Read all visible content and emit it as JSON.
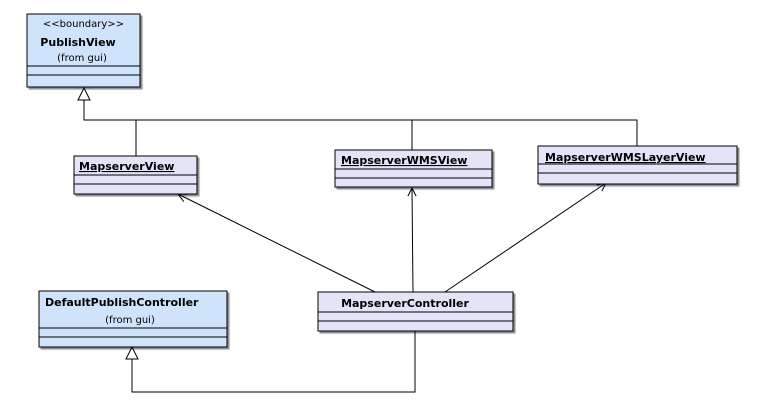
{
  "classes": {
    "publish_view": {
      "stereotype": "<<boundary>>",
      "name": "PublishView",
      "package": "(from gui)",
      "fill": "#cfe3fb"
    },
    "mapserver_view": {
      "name": "MapserverView",
      "fill": "#e4e4f8"
    },
    "mapserver_wms_view": {
      "name": "MapserverWMSView",
      "fill": "#e4e4f8"
    },
    "mapserver_wms_layer_view": {
      "name": "MapserverWMSLayerView",
      "fill": "#e4e4f8"
    },
    "default_publish_controller": {
      "name": "DefaultPublishController",
      "package": "(from gui)",
      "fill": "#cfe3fb"
    },
    "mapserver_controller": {
      "name": "MapserverController",
      "fill": "#e4e4f8"
    }
  },
  "relations": [
    {
      "from": "MapserverView",
      "to": "PublishView",
      "kind": "generalization"
    },
    {
      "from": "MapserverWMSView",
      "to": "PublishView",
      "kind": "generalization"
    },
    {
      "from": "MapserverWMSLayerView",
      "to": "PublishView",
      "kind": "generalization"
    },
    {
      "from": "MapserverController",
      "to": "DefaultPublishController",
      "kind": "generalization"
    },
    {
      "from": "MapserverController",
      "to": "MapserverView",
      "kind": "association"
    },
    {
      "from": "MapserverController",
      "to": "MapserverWMSView",
      "kind": "association"
    },
    {
      "from": "MapserverController",
      "to": "MapserverWMSLayerView",
      "kind": "association"
    }
  ]
}
